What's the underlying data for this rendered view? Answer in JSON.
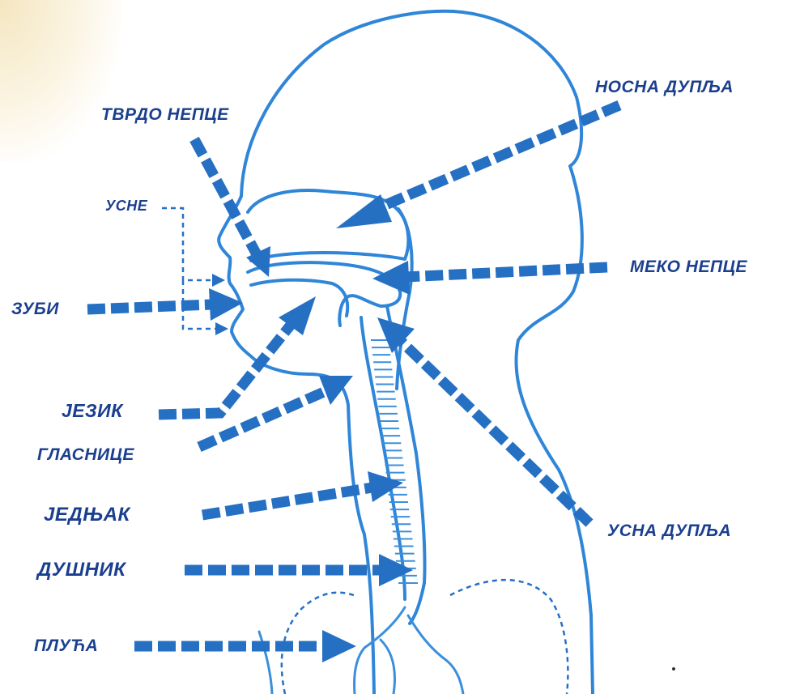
{
  "labels": {
    "nasal_cavity": "НОСНА ДУПЉА",
    "hard_palate": "ТВРДО НЕПЦЕ",
    "lips": "УСНЕ",
    "soft_palate": "МЕКО НЕПЦЕ",
    "teeth": "ЗУБИ",
    "tongue": "ЈЕЗИК",
    "vocal_cords": "ГЛАСНИЦЕ",
    "oral_cavity": "УСНА ДУПЉА",
    "esophagus": "ЈЕДЊАК",
    "trachea": "ДУШНИК",
    "lungs": "ПЛУЋА"
  },
  "colors": {
    "outline": "#2f86d8",
    "arrow": "#2670c4",
    "label_text": "#1b3f8f",
    "background": "#ffffff",
    "corner_tint": "#f4e6c0"
  }
}
